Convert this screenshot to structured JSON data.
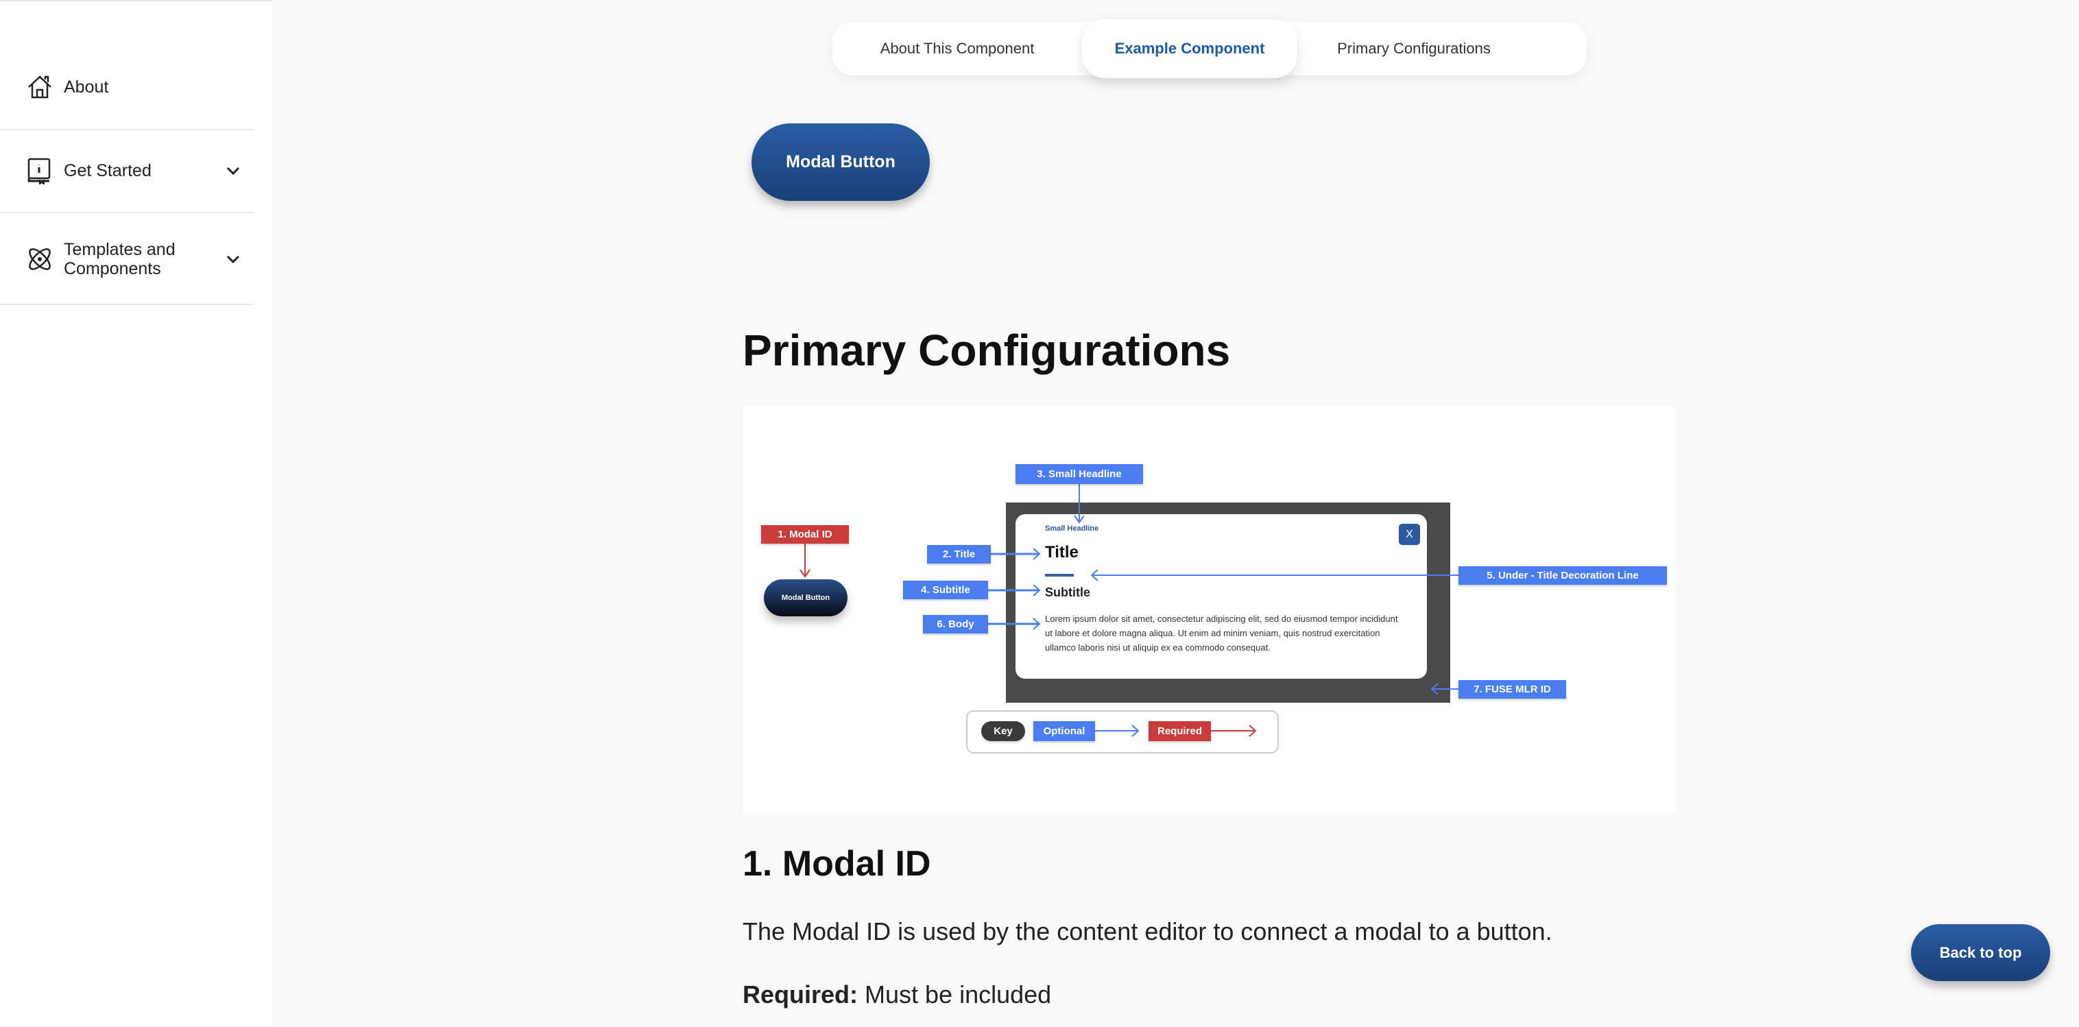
{
  "sidebar": {
    "items": [
      {
        "label": "About",
        "icon": "home-icon"
      },
      {
        "label": "Get Started",
        "icon": "info-book-icon",
        "expandable": true
      },
      {
        "label": "Templates and Components",
        "icon": "atom-icon",
        "expandable": true
      }
    ]
  },
  "tabs": [
    {
      "label": "About This Component",
      "active": false
    },
    {
      "label": "Example Component",
      "active": true
    },
    {
      "label": "Primary Configurations",
      "active": false
    }
  ],
  "example": {
    "modal_button_label": "Modal Button"
  },
  "main": {
    "section_title": "Primary Configurations",
    "diagram": {
      "labels": {
        "modal_id": "1. Modal ID",
        "title": "2. Title",
        "small_headline": "3. Small Headline",
        "subtitle": "4. Subtitle",
        "decoration_line": "5. Under - Title Decoration Line",
        "body": "6. Body",
        "fuse_mlr_id": "7. FUSE MLR ID"
      },
      "modal_button": "Modal Button",
      "modal": {
        "small_headline": "Small Headline",
        "title": "Title",
        "subtitle": "Subtitle",
        "body": "Lorem ipsum dolor sit amet, consectetur adipiscing elit, sed do eiusmod tempor incididunt ut labore et dolore magna aliqua. Ut enim ad minim veniam, quis nostrud exercitation ullamco laboris nisi ut aliquip ex ea commodo consequat.",
        "close": "X"
      },
      "key": {
        "key": "Key",
        "optional": "Optional",
        "required": "Required"
      },
      "colors": {
        "optional": "#4a7ef0",
        "required": "#cc3b3b",
        "overlay": "#4a4a4a"
      }
    },
    "subsection_title": "1. Modal ID",
    "paragraph": "The Modal ID is used by the content editor to connect a modal to a button.",
    "required_label": "Required:",
    "required_value": " Must be included"
  },
  "back_to_top": "Back to top",
  "colors": {
    "accent": "#1d5aa8",
    "button": "#1f4a8c"
  }
}
